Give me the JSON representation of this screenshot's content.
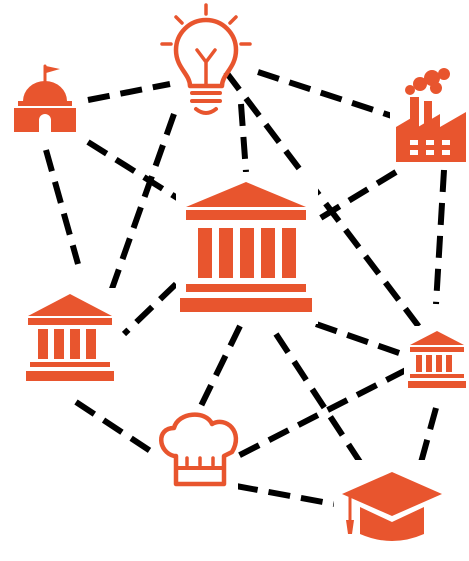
{
  "colors": {
    "accent": "#e8552e",
    "edge": "#000000",
    "background": "#ffffff"
  },
  "nodes": [
    {
      "id": "government",
      "icon": "capitol-dome-icon"
    },
    {
      "id": "innovation",
      "icon": "lightbulb-icon"
    },
    {
      "id": "industry",
      "icon": "factory-icon"
    },
    {
      "id": "central-institution",
      "icon": "large-bank-building-icon"
    },
    {
      "id": "left-institution",
      "icon": "bank-building-icon"
    },
    {
      "id": "right-institution",
      "icon": "small-bank-building-icon"
    },
    {
      "id": "hospitality",
      "icon": "chef-hat-icon"
    },
    {
      "id": "education",
      "icon": "graduation-cap-icon"
    }
  ],
  "edges": [
    [
      "government",
      "innovation"
    ],
    [
      "government",
      "central-institution"
    ],
    [
      "government",
      "left-institution"
    ],
    [
      "innovation",
      "industry"
    ],
    [
      "innovation",
      "central-institution"
    ],
    [
      "innovation",
      "left-institution"
    ],
    [
      "innovation",
      "right-institution"
    ],
    [
      "industry",
      "central-institution"
    ],
    [
      "industry",
      "right-institution"
    ],
    [
      "central-institution",
      "left-institution"
    ],
    [
      "central-institution",
      "right-institution"
    ],
    [
      "central-institution",
      "hospitality"
    ],
    [
      "central-institution",
      "education"
    ],
    [
      "left-institution",
      "hospitality"
    ],
    [
      "right-institution",
      "hospitality"
    ],
    [
      "right-institution",
      "education"
    ],
    [
      "hospitality",
      "education"
    ]
  ]
}
